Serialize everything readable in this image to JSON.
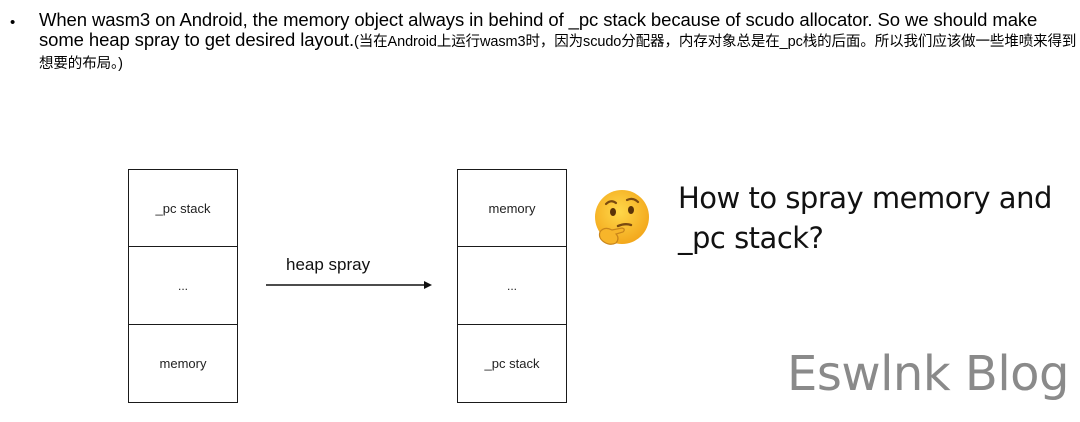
{
  "bullet": {
    "marker": "•",
    "text_en": "When wasm3 on Android, the memory object always in behind of _pc stack because of scudo allocator. So we should make some heap spray to get desired layout.",
    "text_cn": "(当在Android上运行wasm3时，因为scudo分配器，内存对象总是在_pc栈的后面。所以我们应该做一些堆喷来得到想要的布局。)"
  },
  "diagram": {
    "before": {
      "cells": [
        "_pc stack",
        "...",
        "memory"
      ]
    },
    "arrow_label": "heap spray",
    "after": {
      "cells": [
        "memory",
        "...",
        "_pc stack"
      ]
    }
  },
  "question": {
    "emoji_icon": "thinking-face-icon",
    "line1": "How to spray memory and",
    "line2": "_pc stack?"
  },
  "watermark": "Eswlnk Blog"
}
